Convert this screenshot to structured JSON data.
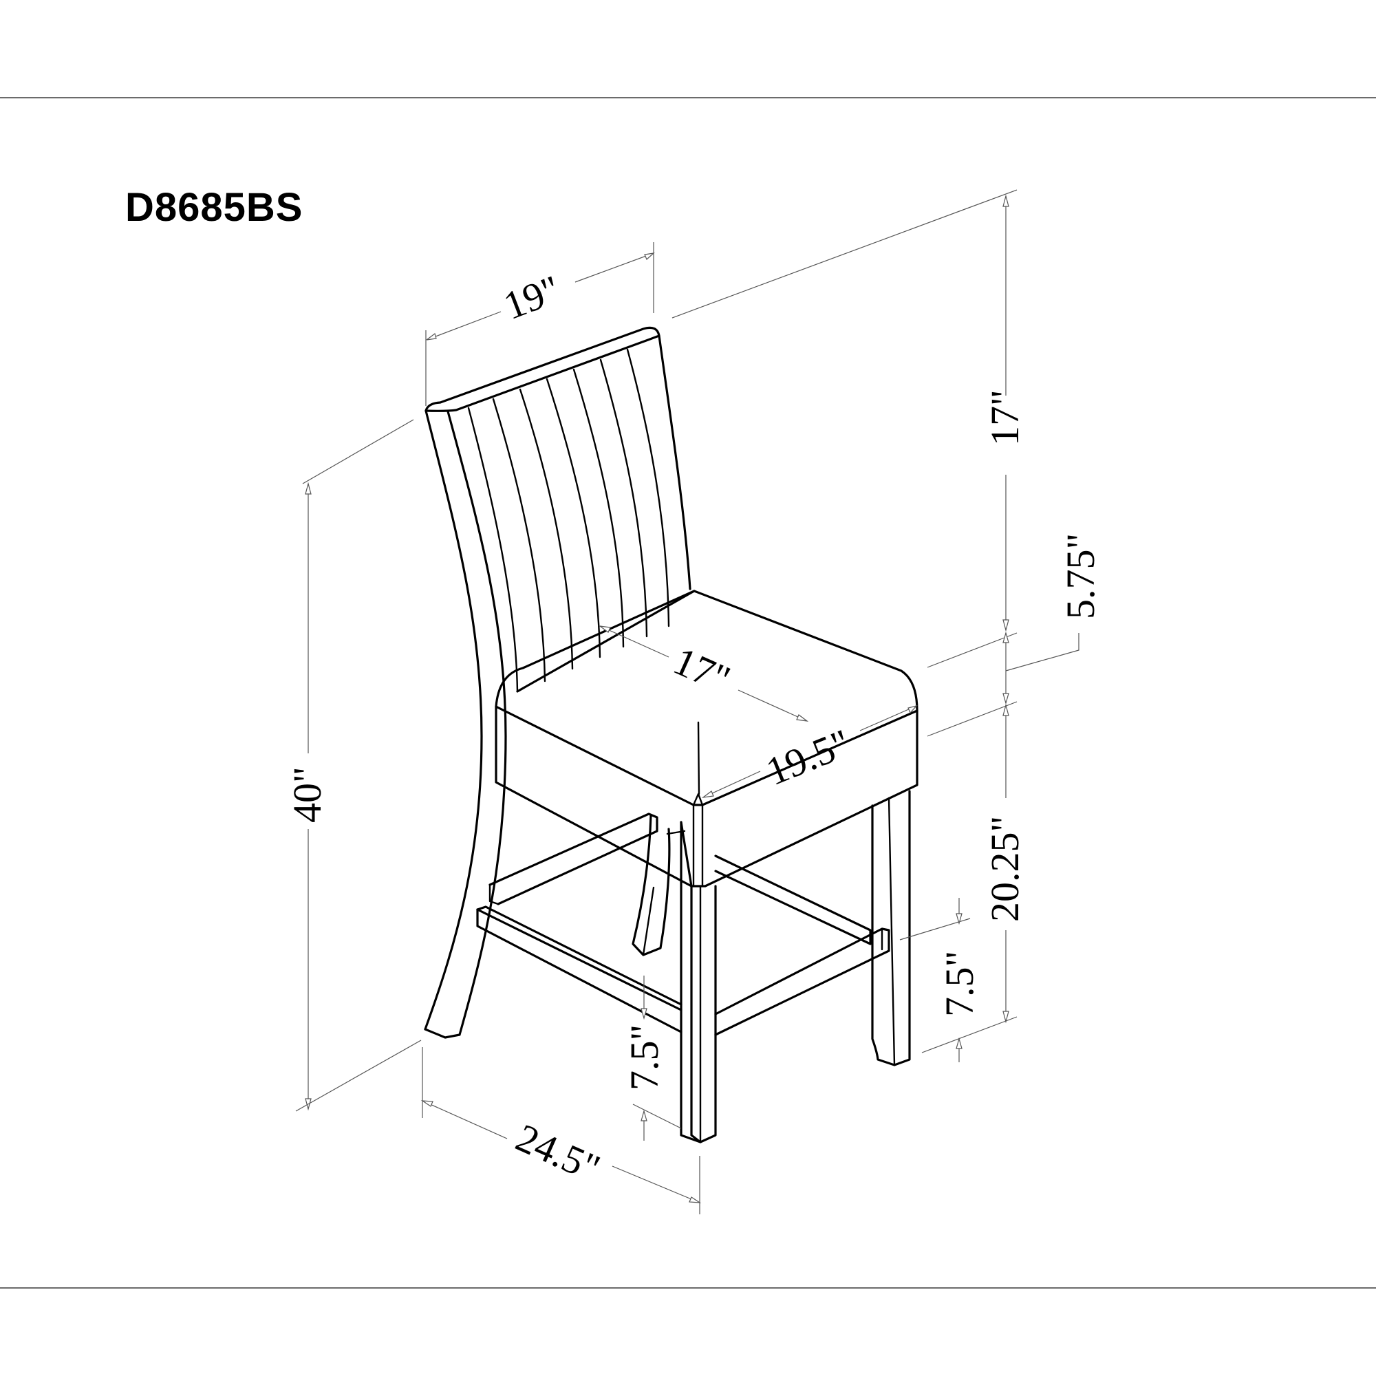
{
  "document": {
    "model_number": "D8685BS",
    "subject": "Counter-height bar stool with slatted curved backrest, dimensional drawing"
  },
  "colors": {
    "line": "#000000",
    "dimension_line": "#555555",
    "rule": "#6b6b6b",
    "background": "#ffffff"
  },
  "dimensions": {
    "backrest_width": "19\"",
    "overall_height": "40\"",
    "backrest_height": "17\"",
    "back_to_seat_gap": "5.75\"",
    "seat_depth": "17\"",
    "seat_width": "19.5\"",
    "seat_height": "20.25\"",
    "footrest_height_front": "7.5\"",
    "footrest_height_side": "7.5\"",
    "overall_depth": "24.5\""
  }
}
